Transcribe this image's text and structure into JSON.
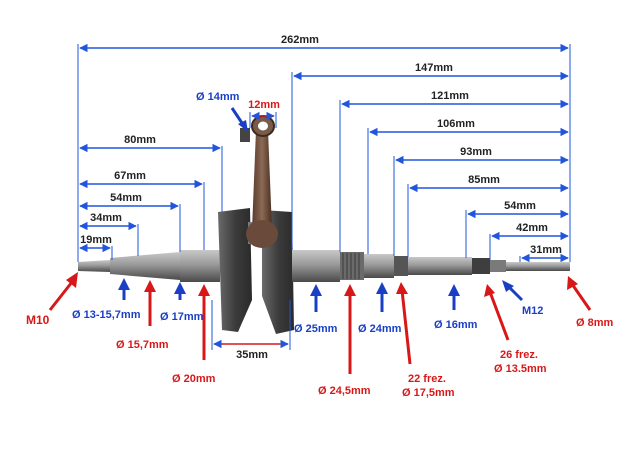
{
  "colors": {
    "dimension_line": "#2255dd",
    "blue_label": "#1a3fc4",
    "red_label": "#d81818",
    "metal": "#8a8a8a",
    "dark_metal": "#3a3a3a"
  },
  "dimensions": [
    {
      "id": "d262",
      "label": "262mm"
    },
    {
      "id": "d147",
      "label": "147mm"
    },
    {
      "id": "d121",
      "label": "121mm"
    },
    {
      "id": "d106",
      "label": "106mm"
    },
    {
      "id": "d93",
      "label": "93mm"
    },
    {
      "id": "d85",
      "label": "85mm"
    },
    {
      "id": "d54r",
      "label": "54mm"
    },
    {
      "id": "d42",
      "label": "42mm"
    },
    {
      "id": "d31",
      "label": "31mm"
    },
    {
      "id": "d80",
      "label": "80mm"
    },
    {
      "id": "d67",
      "label": "67mm"
    },
    {
      "id": "d54l",
      "label": "54mm"
    },
    {
      "id": "d34",
      "label": "34mm"
    },
    {
      "id": "d19",
      "label": "19mm"
    },
    {
      "id": "d12",
      "label": "12mm"
    },
    {
      "id": "d35",
      "label": "35mm"
    }
  ],
  "callouts": [
    {
      "id": "c_d14",
      "label": "Ø 14mm",
      "color": "blue"
    },
    {
      "id": "c_m10",
      "label": "M10",
      "color": "red"
    },
    {
      "id": "c_13",
      "label": "Ø 13-15,7mm",
      "color": "blue"
    },
    {
      "id": "c_157",
      "label": "Ø 15,7mm",
      "color": "red"
    },
    {
      "id": "c_17",
      "label": "Ø 17mm",
      "color": "blue"
    },
    {
      "id": "c_20",
      "label": "Ø 20mm",
      "color": "red"
    },
    {
      "id": "c_25",
      "label": "Ø 25mm",
      "color": "blue"
    },
    {
      "id": "c_245",
      "label": "Ø 24,5mm",
      "color": "red"
    },
    {
      "id": "c_24",
      "label": "Ø 24mm",
      "color": "blue"
    },
    {
      "id": "c_22a",
      "label": "22 frez.",
      "color": "red"
    },
    {
      "id": "c_22b",
      "label": "Ø 17,5mm",
      "color": "red"
    },
    {
      "id": "c_16",
      "label": "Ø 16mm",
      "color": "blue"
    },
    {
      "id": "c_26a",
      "label": "26 frez.",
      "color": "red"
    },
    {
      "id": "c_26b",
      "label": "Ø 13.5mm",
      "color": "red"
    },
    {
      "id": "c_m12",
      "label": "M12",
      "color": "blue"
    },
    {
      "id": "c_8",
      "label": "Ø 8mm",
      "color": "red"
    }
  ]
}
